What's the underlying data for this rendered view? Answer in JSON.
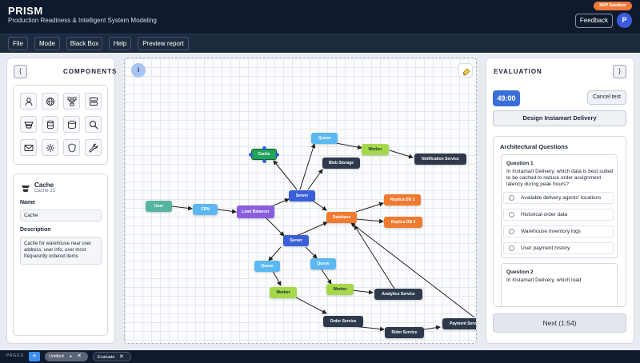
{
  "header": {
    "app_name": "PRISM",
    "subtitle": "Production Readiness & Intelligent System Modeling",
    "badge": "MVP Sandbox",
    "feedback_label": "Feedback",
    "avatar_initial": "P"
  },
  "menu": [
    "File",
    "Mode",
    "Black Box",
    "Help",
    "Preview report"
  ],
  "components_panel": {
    "collapse_icon": "⟨",
    "title": "COMPONENTS",
    "icons": [
      "user-icon",
      "globe-icon",
      "network-icon",
      "server-icon",
      "cache-icon",
      "database-icon",
      "storage-icon",
      "search-icon",
      "mail-icon",
      "gear-icon",
      "shield-icon",
      "wrench-icon"
    ]
  },
  "properties": {
    "name_title": "Cache",
    "id": "Cache-21",
    "name_label": "Name",
    "name_value": "Cache",
    "description_label": "Description",
    "description_value": "Cache for warehouse near user address, user info, user most frequesntly ordered items"
  },
  "canvas": {
    "info_label": "i",
    "nodes": [
      {
        "label": "Cache",
        "color": "#22a35a"
      },
      {
        "label": "Queue",
        "color": "#5cb8f0"
      },
      {
        "label": "Worker",
        "color": "#a6d94a"
      },
      {
        "label": "Notification Service",
        "color": "#2e3a4c"
      },
      {
        "label": "Blob Storage",
        "color": "#2e3a4c"
      },
      {
        "label": "Server",
        "color": "#3a5fd8"
      },
      {
        "label": "User",
        "color": "#55b5a0"
      },
      {
        "label": "CDN",
        "color": "#5cb8f0"
      },
      {
        "label": "Load Balancer",
        "color": "#8a5ee0"
      },
      {
        "label": "Database",
        "color": "#ef7a30"
      },
      {
        "label": "Replica DB 1",
        "color": "#ef7a30"
      },
      {
        "label": "Replica DB 2",
        "color": "#ef7a30"
      },
      {
        "label": "Server",
        "color": "#3a5fd8"
      },
      {
        "label": "Queue",
        "color": "#5cb8f0"
      },
      {
        "label": "Queue",
        "color": "#5cb8f0"
      },
      {
        "label": "Worker",
        "color": "#a6d94a"
      },
      {
        "label": "Worker",
        "color": "#a6d94a"
      },
      {
        "label": "Analytics Service",
        "color": "#2e3a4c"
      },
      {
        "label": "Order Service",
        "color": "#2e3a4c"
      },
      {
        "label": "Rider Service",
        "color": "#2e3a4c"
      },
      {
        "label": "Payment Serv",
        "color": "#2e3a4c"
      }
    ]
  },
  "evaluation": {
    "collapse_icon": "⟩",
    "title": "EVALUATION",
    "timer": "49:00",
    "cancel_label": "Cancel test",
    "problem": "Design Instamart Delivery",
    "section_title": "Architectural Questions",
    "questions": [
      {
        "label": "Question 1",
        "text": "In Instamart Delivery, which data is best suited to be cached to reduce order assignment latency during peak hours?",
        "options": [
          "Available delivery agents' locations",
          "Historical order data",
          "Warehouse inventory logs",
          "User payment history"
        ]
      },
      {
        "label": "Question 2",
        "text": "In Instamart Delivery, which load"
      }
    ],
    "next_label": "Next (1:54)"
  },
  "pages": {
    "label": "PAGES",
    "add": "+",
    "tabs": [
      {
        "label": "Untitled",
        "dot": "●",
        "close": "✕"
      },
      {
        "label": "Evaluate",
        "close": "✕"
      }
    ]
  }
}
